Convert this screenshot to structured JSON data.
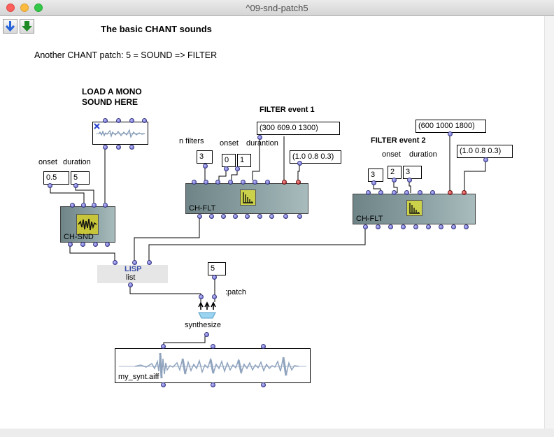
{
  "window": {
    "title": "^09-snd-patch5"
  },
  "toolbar": {
    "down_arrow_icon": "arrow-down-icon",
    "green_arrow_icon": "green-down-arrow-icon"
  },
  "comments": {
    "title": "The basic CHANT sounds",
    "subtitle": "Another CHANT patch: 5 = SOUND => FILTER",
    "load_line1": "LOAD A MONO",
    "load_line2": "SOUND HERE",
    "filter_event_1": "FILTER event 1",
    "filter_event_2": "FILTER event 2",
    "onset_1": "onset",
    "duration_1": "duration",
    "n_filters": "n filters",
    "onset_2": "onset",
    "durantion": "durantion",
    "onset_3": "onset",
    "duration_3": "duration",
    "patch_keyword": ":patch"
  },
  "values": {
    "snd_onset": "0.5",
    "snd_duration": "5",
    "flt1_nfilters": "3",
    "flt1_onset": "0",
    "flt1_duration": "1",
    "flt1_freqs": "(300 609.0 1300)",
    "flt1_amps": "(1.0 0.8 0.3)",
    "flt2_nfilters": "3",
    "flt2_onset": "2",
    "flt2_duration": "3",
    "flt2_freqs": "(600 1000 1800)",
    "flt2_amps": "(1.0 0.8 0.3)",
    "patch_number": "5"
  },
  "boxes": {
    "ch_snd": "CH-SND",
    "ch_flt_1": "CH-FLT",
    "ch_flt_2": "CH-FLT",
    "lisp_tag": "LISP",
    "lisp_fn": "list",
    "synthesize": "synthesize",
    "output_file": "my_synt.aiff"
  },
  "colors": {
    "chant_box": "#7c9294",
    "chant_icon": "#ccd14a",
    "inlet": "#6b6bd6",
    "inlet_red": "#c02a2a",
    "waveform": "#8fa3bd"
  }
}
